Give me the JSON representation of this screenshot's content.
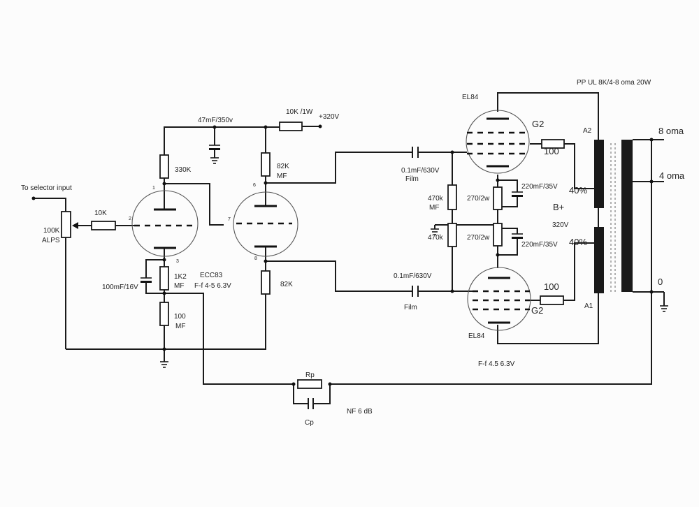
{
  "title": "PP UL  8K/4-8 oma 20W",
  "labels": {
    "selector_input": "To selector input",
    "pot_value": "100K",
    "pot_type": "ALPS",
    "r_grid": "10K",
    "r_plate1": "330K",
    "c_supply": "47mF/350v",
    "r_supply": "10K /1W",
    "b_plus_320_top": "+320V",
    "r_plate2_value": "82K",
    "r_plate2_type": "MF",
    "r_cathode2": "82K",
    "r_k1_value": "1K2",
    "r_k1_type": "MF",
    "c_k1": "100mF/16V",
    "r_k1b_value": "100",
    "r_k1b_type": "MF",
    "tube_ecc83": "ECC83",
    "ecc83_heater": "F-f 4-5 6.3V",
    "c_couple_top": "0.1mF/630V",
    "c_couple_top_type": "Film",
    "c_couple_bottom": "0.1mF/630V",
    "c_couple_bottom_type": "Film",
    "r_g1_top_value": "470k",
    "r_g1_top_type": "MF",
    "r_g1_bottom": "470k",
    "r_k_top": "270/2w",
    "r_k_bottom": "270/2w",
    "c_k_top": "220mF/35V",
    "c_k_bottom": "220mF/35V",
    "tube_el84_top": "EL84",
    "tube_el84_bottom": "EL84",
    "g2_top": "G2",
    "g2_bottom": "G2",
    "r_g2_top": "100",
    "r_g2_bottom": "100",
    "tap_a2": "A2",
    "tap_a1": "A1",
    "ul_top": "40%",
    "ul_bottom": "40%",
    "b_plus": "B+",
    "b_plus_voltage": "320V",
    "out_8": "8 oma",
    "out_4": "4 oma",
    "out_0": "0",
    "el84_heater": "F-f 4.5  6.3V",
    "nf_resistor": "Rp",
    "nf_cap": "Cp",
    "nf_note": "NF 6 dB",
    "pin_1": "1",
    "pin_2": "2",
    "pin_3": "3",
    "pin_6": "6",
    "pin_7": "7",
    "pin_8": "8"
  }
}
